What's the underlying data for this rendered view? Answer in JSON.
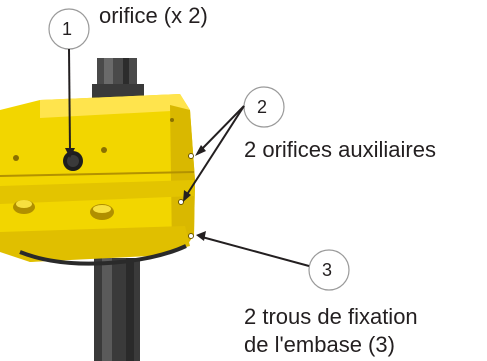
{
  "callouts": [
    {
      "number": "1",
      "text": "orifice (x 2)"
    },
    {
      "number": "2",
      "text": "2 orifices auxiliaires"
    },
    {
      "number": "3",
      "text_line1": "2 trous de  fixation",
      "text_line2": "de l'embase (3)"
    }
  ],
  "colors": {
    "body_yellow": "#f2d600",
    "body_shadow": "#c9a800",
    "shaft_dark": "#3b3a3a",
    "line": "#231f20",
    "circle_stroke": "#9a9a9a"
  }
}
